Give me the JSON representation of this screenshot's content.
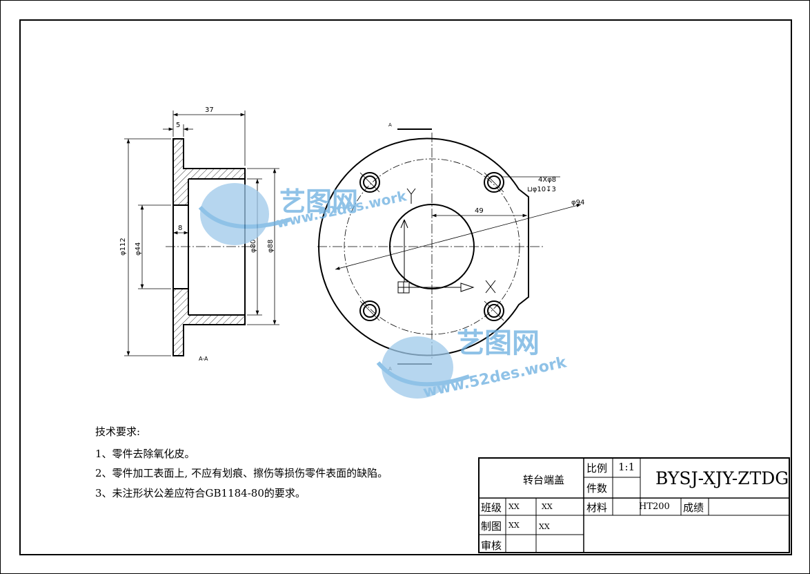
{
  "drawing": {
    "part_name": "转台端盖",
    "drawing_number": "BYSJ-XJY-ZTDG",
    "scale_label": "比例",
    "scale_value": "1:1",
    "quantity_label": "件数",
    "material_label": "材料",
    "material_value": "HT200",
    "grade_label": "成绩",
    "class_label": "班级",
    "class_value_1": "XX",
    "class_value_2": "XX",
    "drawn_label": "制图",
    "drawn_value_1": "XX",
    "drawn_value_2": "XX",
    "review_label": "审核"
  },
  "tech_requirements": {
    "title": "技术要求:",
    "items": [
      "1、零件去除氧化皮。",
      "2、零件加工表面上, 不应有划痕、擦伤等损伤零件表面的缺陷。",
      "3、未注形状公差应符合GB1184-80的要求。"
    ]
  },
  "dimensions": {
    "overall_length": "37",
    "flange_thickness": "5",
    "small_step": "8",
    "dia_112": "φ112",
    "dia_44": "φ44",
    "dia_80": "φ80",
    "dia_88": "φ88",
    "bolt_circle_radius": "49",
    "dia_94": "φ94",
    "holes": "4Xφ8",
    "counterbore": "⊔φ10↧3",
    "section_label": "A-A",
    "view_marker_top": "A",
    "view_marker_bottom": "A",
    "axis_x": "X",
    "axis_y": "Y"
  },
  "watermark": {
    "brand": "艺图网",
    "url": "www.52des.work"
  }
}
